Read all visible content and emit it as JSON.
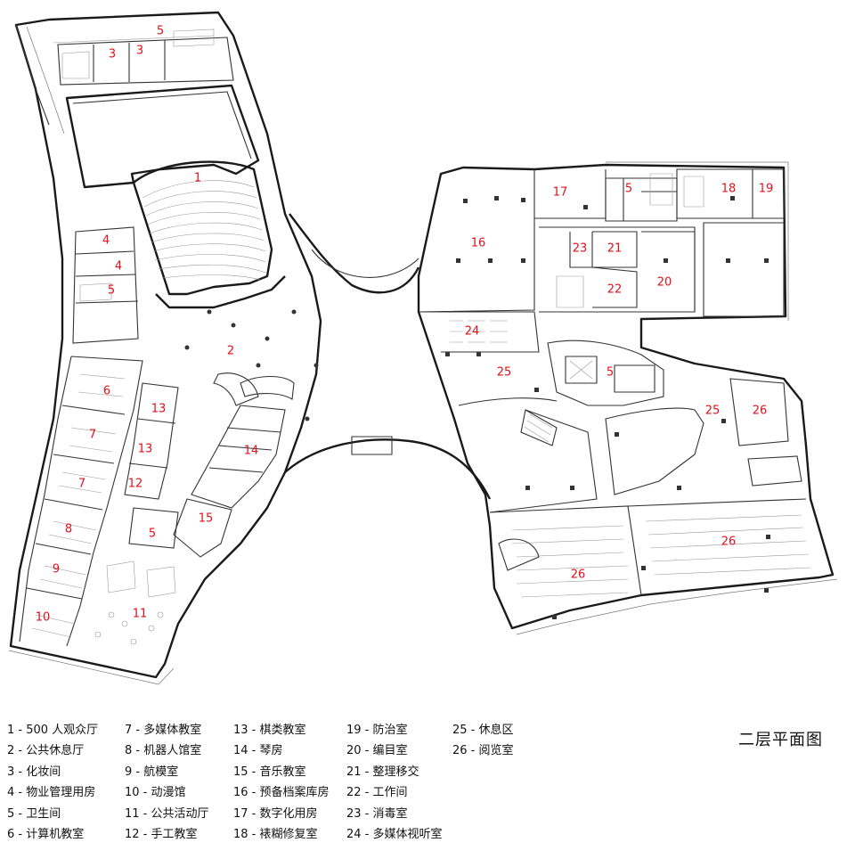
{
  "title": "二层平面图",
  "room_labels": [
    {
      "id": "r1",
      "text": "1"
    },
    {
      "id": "r2",
      "text": "2"
    },
    {
      "id": "r3a",
      "text": "3"
    },
    {
      "id": "r3b",
      "text": "3"
    },
    {
      "id": "r5top",
      "text": "5"
    },
    {
      "id": "r4a",
      "text": "4"
    },
    {
      "id": "r4b",
      "text": "4"
    },
    {
      "id": "r5a",
      "text": "5"
    },
    {
      "id": "r6",
      "text": "6"
    },
    {
      "id": "r7a",
      "text": "7"
    },
    {
      "id": "r7b",
      "text": "7"
    },
    {
      "id": "r8",
      "text": "8"
    },
    {
      "id": "r9",
      "text": "9"
    },
    {
      "id": "r10",
      "text": "10"
    },
    {
      "id": "r11",
      "text": "11"
    },
    {
      "id": "r12",
      "text": "12"
    },
    {
      "id": "r13a",
      "text": "13"
    },
    {
      "id": "r13b",
      "text": "13"
    },
    {
      "id": "r14",
      "text": "14"
    },
    {
      "id": "r15",
      "text": "15"
    },
    {
      "id": "r5b",
      "text": "5"
    },
    {
      "id": "r16",
      "text": "16"
    },
    {
      "id": "r17",
      "text": "17"
    },
    {
      "id": "r5c",
      "text": "5"
    },
    {
      "id": "r18",
      "text": "18"
    },
    {
      "id": "r19",
      "text": "19"
    },
    {
      "id": "r20",
      "text": "20"
    },
    {
      "id": "r21",
      "text": "21"
    },
    {
      "id": "r22",
      "text": "22"
    },
    {
      "id": "r23",
      "text": "23"
    },
    {
      "id": "r24",
      "text": "24"
    },
    {
      "id": "r25a",
      "text": "25"
    },
    {
      "id": "r5d",
      "text": "5"
    },
    {
      "id": "r25b",
      "text": "25"
    },
    {
      "id": "r26a",
      "text": "26"
    },
    {
      "id": "r26b",
      "text": "26"
    },
    {
      "id": "r26c",
      "text": "26"
    }
  ],
  "legend": {
    "col1": [
      "1 - 500 人观众厅",
      "2 - 公共休息厅",
      "3 - 化妆间",
      "4 - 物业管理用房",
      "5 - 卫生间",
      "6 - 计算机教室"
    ],
    "col2": [
      "7 - 多媒体教室",
      "8 - 机器人馆室",
      "9 - 航模室",
      "10 - 动漫馆",
      "11 - 公共活动厅",
      "12 - 手工教室"
    ],
    "col3": [
      "13 - 棋类教室",
      "14 - 琴房",
      "15 - 音乐教室",
      "16 - 预备档案库房",
      "17 - 数字化用房",
      "18 - 裱糊修复室"
    ],
    "col4": [
      "19 - 防治室",
      "20 - 编目室",
      "21 - 整理移交",
      "22 - 工作间",
      "23 - 消毒室",
      "24 - 多媒体视听室"
    ],
    "col5": [
      "25 - 休息区",
      "26 - 阅览室"
    ]
  }
}
